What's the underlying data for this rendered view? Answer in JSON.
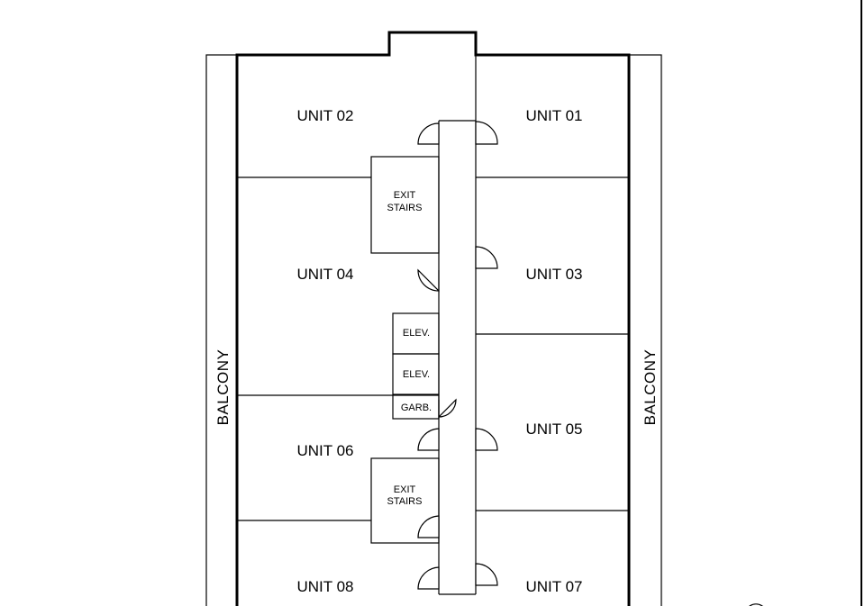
{
  "units": [
    {
      "id": "unit-02",
      "label": "UNIT 02"
    },
    {
      "id": "unit-01",
      "label": "UNIT 01"
    },
    {
      "id": "unit-04",
      "label": "UNIT 04"
    },
    {
      "id": "unit-03",
      "label": "UNIT 03"
    },
    {
      "id": "unit-06",
      "label": "UNIT 06"
    },
    {
      "id": "unit-05",
      "label": "UNIT 05"
    },
    {
      "id": "unit-08",
      "label": "UNIT 08"
    },
    {
      "id": "unit-07",
      "label": "UNIT 07"
    }
  ],
  "core": {
    "exit_stairs_top": {
      "line1": "EXIT",
      "line2": "STAIRS"
    },
    "exit_stairs_bottom": {
      "line1": "EXIT",
      "line2": "STAIRS"
    },
    "elevator_1": "ELEV.",
    "elevator_2": "ELEV.",
    "garbage": "GARB."
  },
  "balcony_left": "BALCONY",
  "balcony_right": "BALCONY"
}
